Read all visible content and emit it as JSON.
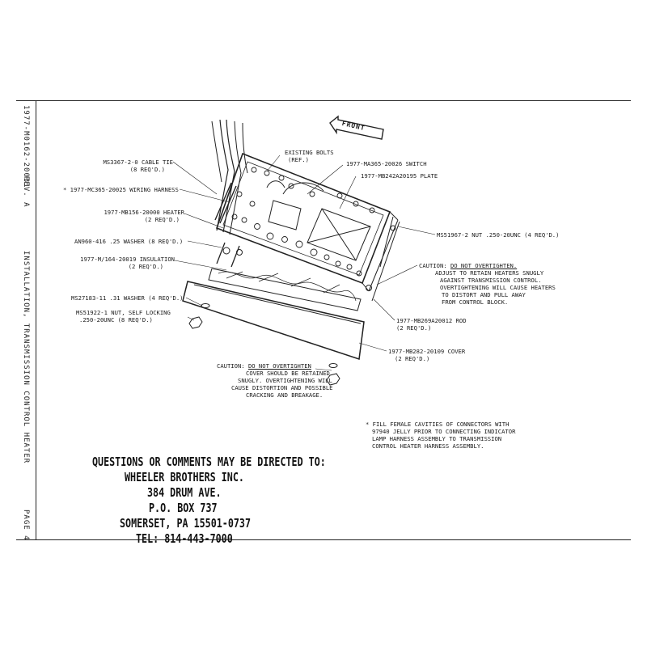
{
  "margin": {
    "doc_number": "1977-M0162-20031",
    "revision": "REV.  A",
    "title": "INSTALLATION, TRANSMISSION CONTROL HEATER",
    "page": "PAGE 4"
  },
  "front_arrow": "FRONT",
  "callouts": {
    "existing_bolts_1": "EXISTING BOLTS",
    "existing_bolts_2": "(REF.)",
    "switch": "1977-MA365-20026 SWITCH",
    "plate": "1977-MB242A20195 PLATE",
    "cable_tie_1": "MS3367-2-0 CABLE TIE",
    "cable_tie_2": "(8 REQ'D.)",
    "harness": "* 1977-MC365-20025 WIRING HARNESS",
    "heater_1": "1977-MB156-20000 HEATER",
    "heater_2": "(2 REQ'D.)",
    "washer25_1": "AN960-416 .25 WASHER (8 REQ'D.)",
    "insulation_1": "1977-M/164-20019 INSULATION",
    "insulation_2": "(2 REQ'D.)",
    "washer31_1": "MS27183-11 .31 WASHER (4 REQ'D.)",
    "locknut_1": "MS51922-1 NUT, SELF LOCKING",
    "locknut_2": ".250-20UNC (8 REQ'D.)",
    "nut_1": "MS51967-2 NUT .250-20UNC (4 REQ'D.)",
    "rod_1": "1977-MB269A20012 ROD",
    "rod_2": "(2 REQ'D.)",
    "cover_1": "1977-MB282-20109 COVER",
    "cover_2": "(2 REQ'D.)"
  },
  "caution_right": {
    "prefix": "CAUTION:",
    "emph": "DO NOT OVERTIGHTEN.",
    "l2": "ADJUST TO RETAIN HEATERS SNUGLY",
    "l3": "AGAINST TRANSMISSION CONTROL.",
    "l4": "OVERTIGHTENING WILL CAUSE HEATERS",
    "l5": "TO DISTORT AND PULL AWAY",
    "l6": "FROM CONTROL BLOCK."
  },
  "caution_bottom": {
    "prefix": "CAUTION:",
    "emph": "DO NOT OVERTIGHTEN",
    "l2": "COVER SHOULD BE RETAINED",
    "l3": "SNUGLY. OVERTIGHTENING WILL",
    "l4": "CAUSE DISTORTION AND POSSIBLE",
    "l5": "CRACKING AND BREAKAGE."
  },
  "footnote": {
    "l1": "* FILL FEMALE CAVITIES OF CONNECTORS WITH",
    "l2": "97940 JELLY PRIOR TO CONNECTING INDICATOR",
    "l3": "LAMP HARNESS ASSEMBLY TO TRANSMISSION",
    "l4": "CONTROL HEATER HARNESS ASSEMBLY."
  },
  "contact": {
    "l1": "QUESTIONS OR COMMENTS MAY BE DIRECTED TO:",
    "l2": "WHEELER BROTHERS INC.",
    "l3": "384 DRUM AVE.",
    "l4": "P.O. BOX 737",
    "l5": "SOMERSET, PA 15501-0737",
    "l6": "TEL: 814-443-7000"
  }
}
